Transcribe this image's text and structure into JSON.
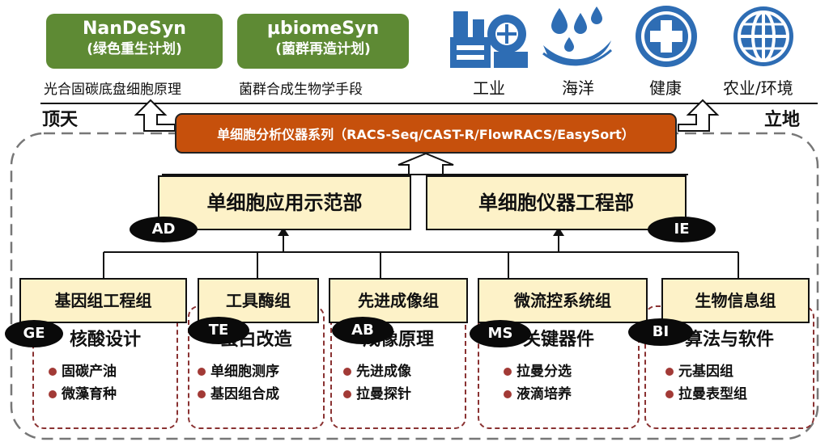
{
  "top_programs": [
    {
      "name": "NanDeSyn",
      "sub": "(绿色重生计划)",
      "caption": "光合固碳底盘细胞原理"
    },
    {
      "name": "µbiomeSyn",
      "sub": "(菌群再造计划)",
      "caption": "菌群合成生物学手段"
    }
  ],
  "sectors": [
    {
      "label": "工业",
      "icon": "factory-icon"
    },
    {
      "label": "海洋",
      "icon": "water-drops-icon"
    },
    {
      "label": "健康",
      "icon": "medical-cross-icon"
    },
    {
      "label": "农业/环境",
      "icon": "globe-icon"
    }
  ],
  "left_label": "顶天",
  "right_label": "立地",
  "series_label": "单细胞分析仪器系列（RACS-Seq/CAST-R/FlowRACS/EasySort）",
  "departments": [
    {
      "label": "单细胞应用示范部",
      "tag": "AD"
    },
    {
      "label": "单细胞仪器工程部",
      "tag": "IE"
    }
  ],
  "groups": [
    {
      "head": "基因组工程组",
      "tag": "GE",
      "title": "核酸设计",
      "items": [
        "固碳产油",
        "微藻育种"
      ]
    },
    {
      "head": "工具酶组",
      "tag": "TE",
      "title": "蛋白改造",
      "items": [
        "单细胞测序",
        "基因组合成"
      ]
    },
    {
      "head": "先进成像组",
      "tag": "AB",
      "title": "成像原理",
      "items": [
        "先进成像",
        "拉曼探针"
      ]
    },
    {
      "head": "微流控系统组",
      "tag": "MS",
      "title": "关键器件",
      "items": [
        "拉曼分选",
        "液滴培养"
      ]
    },
    {
      "head": "生物信息组",
      "tag": "BI",
      "title": "算法与软件",
      "items": [
        "元基因组",
        "拉曼表型组"
      ]
    }
  ],
  "colors": {
    "green": "#5e8a34",
    "orange": "#c6500c",
    "cream": "#fdf2c8",
    "blue": "#2e6db4",
    "dark_red": "#8a3232"
  }
}
